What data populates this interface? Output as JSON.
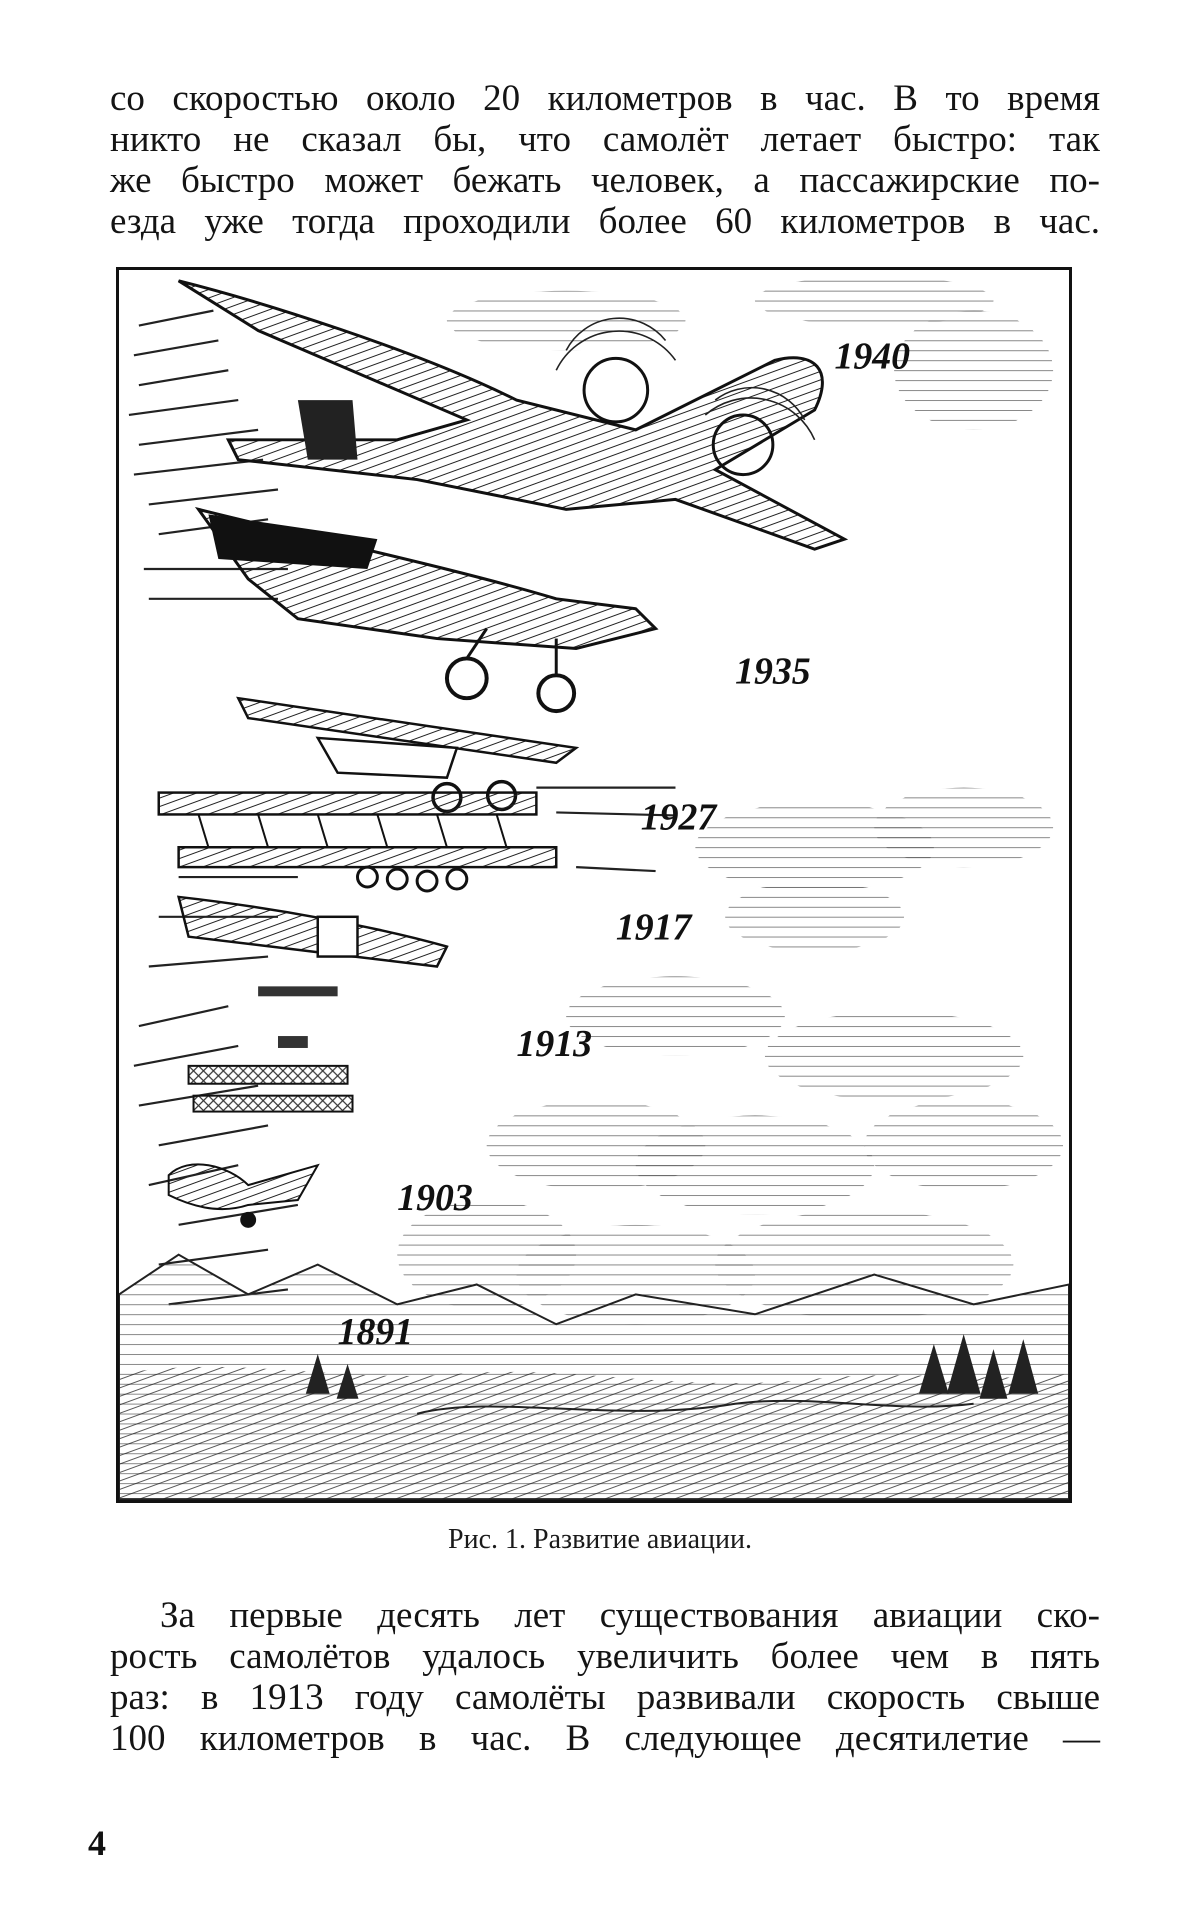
{
  "paragraph_top": {
    "lines": [
      "со скоростью около 20 километров в час. В то время",
      "никто не сказал бы, что самолёт летает быстро: так",
      "же быстро может бежать человек, а пассажирские по-",
      "езда уже тогда проходили более 60 километров в час."
    ]
  },
  "figure": {
    "years": [
      "1940",
      "1935",
      "1927",
      "1917",
      "1913",
      "1903",
      "1891"
    ],
    "caption": "Рис. 1. Развитие авиации."
  },
  "paragraph_bottom": {
    "lines": [
      "За первые десять лет существования авиации ско-",
      "рость самолётов удалось увеличить более чем в пять",
      "раз: в 1913 году самолёты развивали скорость свыше",
      "100 километров в час. В следующее десятилетие —"
    ]
  },
  "page_number": "4"
}
